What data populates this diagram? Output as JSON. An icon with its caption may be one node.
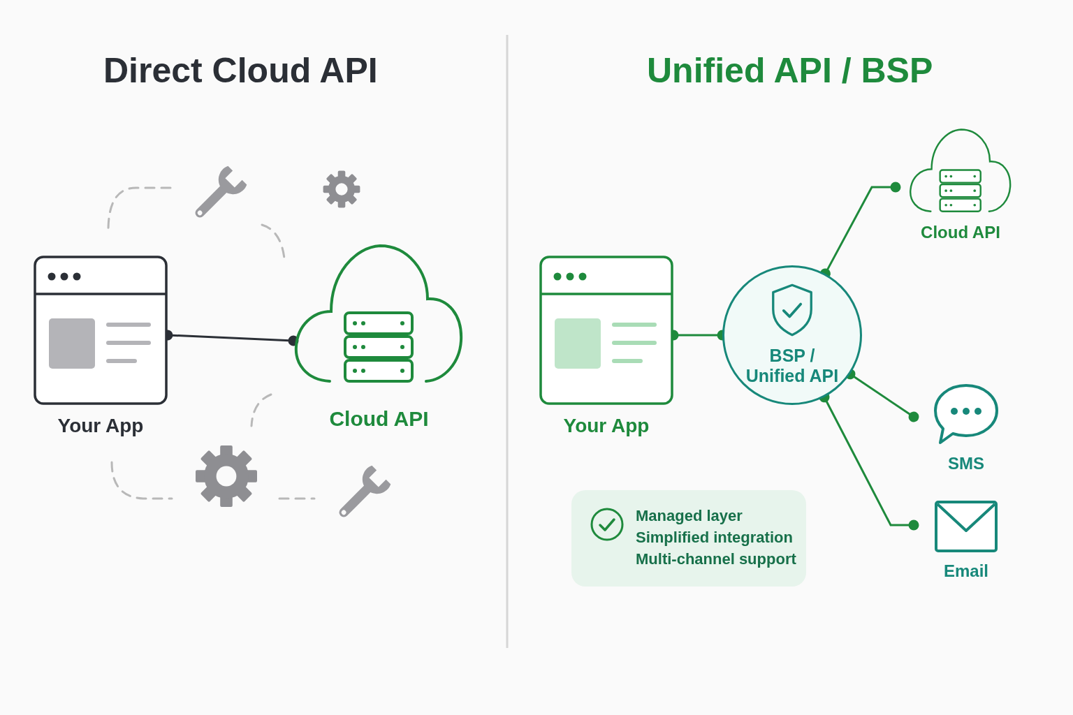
{
  "diagram": {
    "nodes": [
      {
        "text": [
          "Your App"
        ]
      },
      {
        "text": [
          "Cloud API"
        ]
      },
      {
        "text": [
          "Your App"
        ]
      },
      {
        "text": [
          "BSP / Unified API"
        ]
      },
      {
        "text": [
          "Cloud API"
        ]
      },
      {
        "text": [
          "SMS"
        ]
      },
      {
        "text": [
          "Email"
        ]
      },
      {
        "text": [
          "Managed layer",
          "Simplified integration",
          "Multi-channel support"
        ]
      }
    ],
    "edges": [
      {
        "from": 0,
        "to": 1,
        "arrow": "other",
        "color": "#2b2f36"
      },
      {
        "from": 2,
        "to": 3,
        "arrow": "other"
      },
      {
        "from": 3,
        "to": 4,
        "arrow": "other"
      },
      {
        "from": 3,
        "to": 5,
        "arrow": "other"
      },
      {
        "from": 3,
        "to": 6,
        "arrow": "other"
      }
    ],
    "labels": [
      "Direct Cloud API",
      "Unified API / BSP"
    ]
  }
}
